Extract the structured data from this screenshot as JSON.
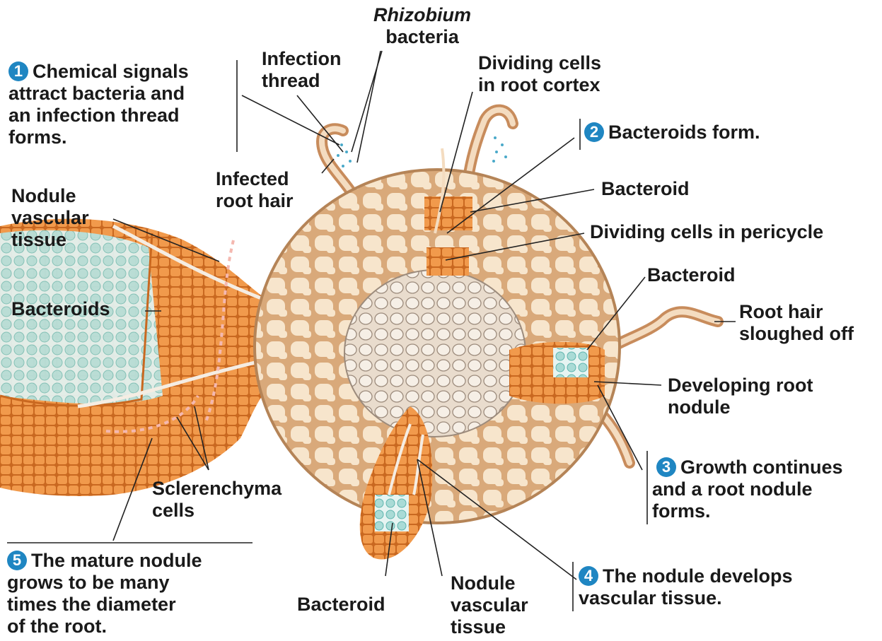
{
  "steps": {
    "s1": {
      "num": "1",
      "text": [
        "Chemical signals",
        "attract bacteria and",
        "an infection thread",
        "forms."
      ]
    },
    "s2": {
      "num": "2",
      "text": [
        "Bacteroids form."
      ]
    },
    "s3": {
      "num": "3",
      "text": [
        "Growth continues",
        "and a root nodule",
        "forms."
      ]
    },
    "s4": {
      "num": "4",
      "text": [
        "The nodule develops",
        "vascular tissue."
      ]
    },
    "s5": {
      "num": "5",
      "text": [
        "The mature nodule",
        "grows to be many",
        "times the diameter",
        "of the root."
      ]
    }
  },
  "labels": {
    "rhizobium_italic": "Rhizobium",
    "rhizobium_rest": "bacteria",
    "infection_thread": [
      "Infection",
      "thread"
    ],
    "infected_root_hair": [
      "Infected",
      "root hair"
    ],
    "dividing_cortex": [
      "Dividing cells",
      "in root cortex"
    ],
    "bacteroid_top": "Bacteroid",
    "dividing_pericycle": "Dividing cells in pericycle",
    "bacteroid_right": "Bacteroid",
    "root_hair_sloughed": [
      "Root hair",
      "sloughed off"
    ],
    "developing_nodule": [
      "Developing root",
      "nodule"
    ],
    "nodule_vascular_left": [
      "Nodule",
      "vascular",
      "tissue"
    ],
    "bacteroids_left": "Bacteroids",
    "sclerenchyma": [
      "Sclerenchyma",
      "cells"
    ],
    "bacteroid_bottom": "Bacteroid",
    "nodule_vascular_bottom": [
      "Nodule",
      "vascular",
      "tissue"
    ]
  },
  "colors": {
    "badge": "#1f86c2",
    "cortex_fill": "#d9a97a",
    "cortex_cell": "#f7e5cc",
    "stele": "#e9dccd",
    "nodule_orange": "#ec8a38",
    "bacteroid_teal": "#a9dbd6"
  }
}
